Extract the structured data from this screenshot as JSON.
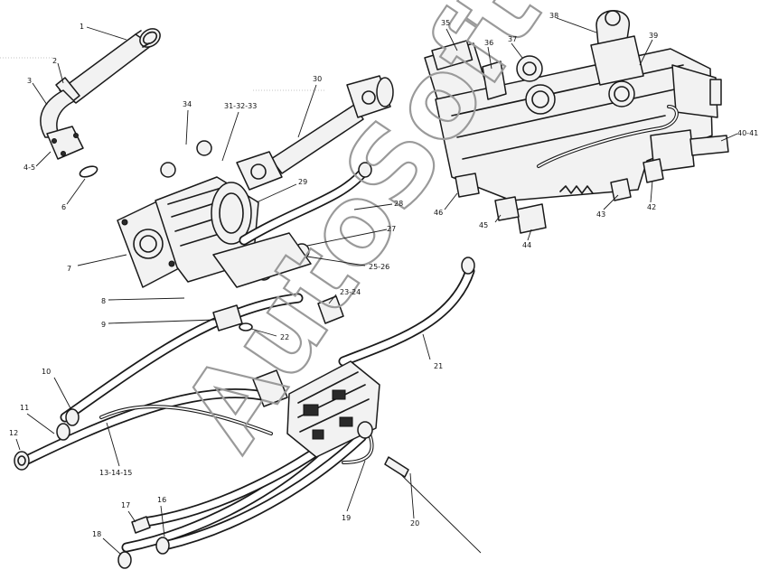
{
  "watermark": "AutoSoft",
  "callouts": [
    {
      "id": "c1",
      "text": "1"
    },
    {
      "id": "c2",
      "text": "2"
    },
    {
      "id": "c3",
      "text": "3"
    },
    {
      "id": "c4",
      "text": "4-5"
    },
    {
      "id": "c6",
      "text": "6"
    },
    {
      "id": "c7",
      "text": "7"
    },
    {
      "id": "c8",
      "text": "8"
    },
    {
      "id": "c9",
      "text": "9"
    },
    {
      "id": "c10",
      "text": "10"
    },
    {
      "id": "c11",
      "text": "11"
    },
    {
      "id": "c12",
      "text": "12"
    },
    {
      "id": "c13",
      "text": "13-14-15"
    },
    {
      "id": "c16",
      "text": "16"
    },
    {
      "id": "c17",
      "text": "17"
    },
    {
      "id": "c18",
      "text": "18"
    },
    {
      "id": "c19",
      "text": "19"
    },
    {
      "id": "c20",
      "text": "20"
    },
    {
      "id": "c21",
      "text": "21"
    },
    {
      "id": "c22",
      "text": "22"
    },
    {
      "id": "c23",
      "text": "23-24"
    },
    {
      "id": "c25",
      "text": "25-26"
    },
    {
      "id": "c27",
      "text": "27"
    },
    {
      "id": "c28",
      "text": "28"
    },
    {
      "id": "c29",
      "text": "29"
    },
    {
      "id": "c30",
      "text": "30"
    },
    {
      "id": "c31",
      "text": "31-32-33"
    },
    {
      "id": "c34",
      "text": "34"
    },
    {
      "id": "c35",
      "text": "35"
    },
    {
      "id": "c36",
      "text": "36"
    },
    {
      "id": "c37",
      "text": "37"
    },
    {
      "id": "c38",
      "text": "38"
    },
    {
      "id": "c39",
      "text": "39"
    },
    {
      "id": "c40",
      "text": "40-41"
    },
    {
      "id": "c42",
      "text": "42"
    },
    {
      "id": "c43",
      "text": "43"
    },
    {
      "id": "c44",
      "text": "44"
    },
    {
      "id": "c45",
      "text": "45"
    },
    {
      "id": "c46",
      "text": "46"
    }
  ]
}
